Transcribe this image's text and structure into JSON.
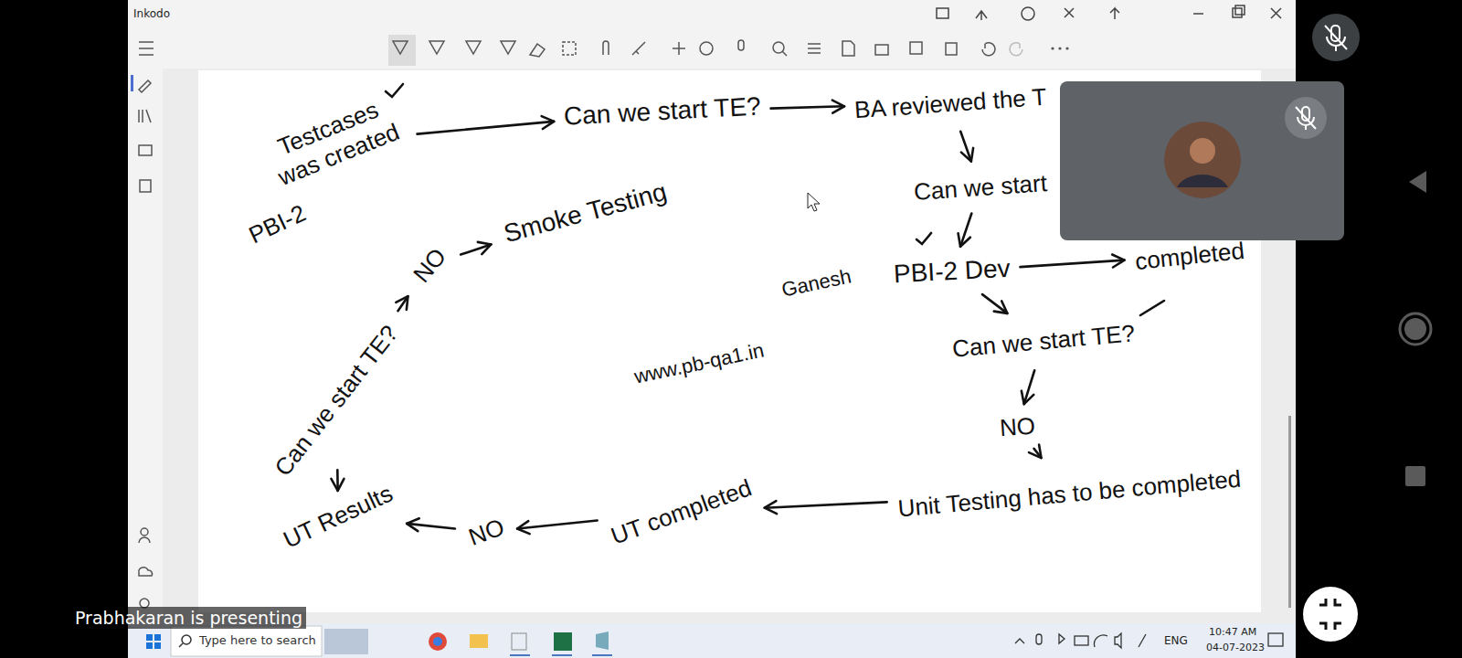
{
  "diagram": {
    "nodes": [
      {
        "text": [
          "Testcases was created"
        ]
      },
      {
        "text": [
          "Can we start TE?"
        ]
      },
      {
        "text": [
          "BA reviewed the T"
        ]
      },
      {
        "text": [
          "Can we start"
        ]
      },
      {
        "text": [
          "PBI-2 Dev"
        ]
      },
      {
        "text": [
          "completed"
        ]
      },
      {
        "text": [
          "Can we start TE?"
        ]
      },
      {
        "text": [
          "NO"
        ]
      },
      {
        "text": [
          "Unit Testing has to be completed"
        ]
      },
      {
        "text": [
          "UT completed"
        ]
      },
      {
        "text": [
          "NO"
        ]
      },
      {
        "text": [
          "UT Results"
        ]
      },
      {
        "text": [
          "Can we start TE?"
        ]
      },
      {
        "text": [
          "NO"
        ]
      },
      {
        "text": [
          "Smoke Testing"
        ]
      }
    ],
    "edges": [
      {
        "from": 0,
        "to": 1,
        "arrow": "to"
      },
      {
        "from": 1,
        "to": 2,
        "arrow": "to"
      },
      {
        "from": 2,
        "to": 3,
        "arrow": "to"
      },
      {
        "from": 3,
        "to": 4,
        "arrow": "to"
      },
      {
        "from": 4,
        "to": 5,
        "arrow": "to"
      },
      {
        "from": 4,
        "to": 6,
        "arrow": "to"
      },
      {
        "from": 6,
        "to": 7,
        "arrow": "to"
      },
      {
        "from": 7,
        "to": 8,
        "arrow": "to"
      },
      {
        "from": 8,
        "to": 9,
        "arrow": "to"
      },
      {
        "from": 9,
        "to": 10,
        "arrow": "to"
      },
      {
        "from": 10,
        "to": 11,
        "arrow": "to"
      },
      {
        "from": 11,
        "to": 12,
        "arrow": "to"
      },
      {
        "from": 12,
        "to": 13,
        "arrow": "to"
      },
      {
        "from": 13,
        "to": 14,
        "arrow": "to"
      }
    ],
    "labels": [
      "PBI-2",
      "Ganesh",
      "www.pb-qa1.in",
      "Inkodo",
      "Prabhakaran is presenting",
      "Type here to search",
      "ENG",
      "10:47 AM",
      "04-07-2023"
    ]
  }
}
